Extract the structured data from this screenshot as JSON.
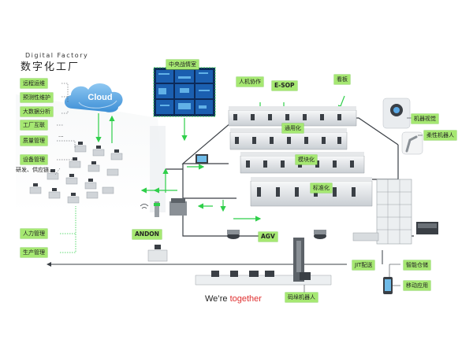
{
  "header": {
    "title_en": "Digital Factory",
    "title_cn": "数字化工厂"
  },
  "cloud": {
    "label": "Cloud"
  },
  "left_services": [
    "远程运维",
    "预测性维护",
    "大数据分析",
    "工厂互联",
    "质量管理",
    "设备管理"
  ],
  "ellipsis": "...",
  "supply_chain": "研发、供应链...",
  "left_bottom": [
    "人力管理",
    "生产管理"
  ],
  "top_labels": {
    "control_room": "中央战情室",
    "hmi": "人机协作",
    "esop": "E-SOP",
    "kanban": "看板"
  },
  "layer_labels": {
    "general": "通用化",
    "modular": "模块化",
    "standard": "标准化"
  },
  "right_labels": {
    "vision": "机器视觉",
    "flex_robot": "柔性机器人"
  },
  "center_labels": {
    "andon": "ANDON",
    "agv": "AGV"
  },
  "bottom_labels": {
    "jit": "JIT配送",
    "smart_storage": "智能仓储",
    "mobile": "移动应用",
    "palletizing": "码垛机器人"
  },
  "slogan": {
    "prefix": "We’re ",
    "highlight": "together"
  },
  "colors": {
    "tag_green": "#a6e872",
    "arrow_green": "#2fcf4a",
    "line_dark": "#3a3f45",
    "cloud_blue": "#5aa9e6",
    "slogan_red": "#e03030"
  }
}
